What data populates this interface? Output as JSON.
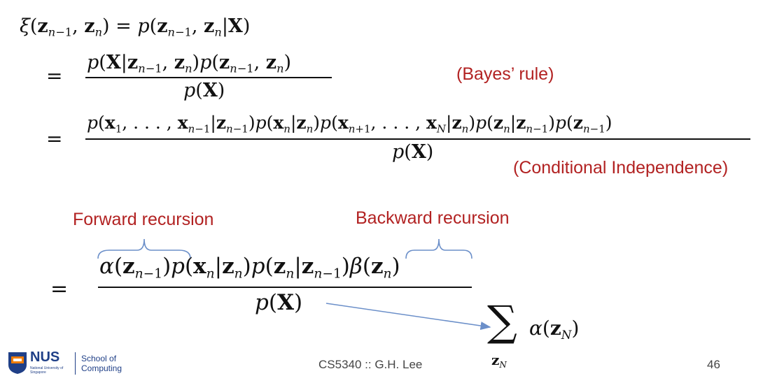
{
  "equations": {
    "line1": "ξ(z_{n−1}, z_n) = p(z_{n−1}, z_n|X)",
    "line2_num": "p(X|z_{n−1}, z_n)p(z_{n−1}, z_n)",
    "line2_den": "p(X)",
    "line3_num": "p(x_1, …, x_{n−1}|z_{n−1})p(x_n|z_n)p(x_{n+1}, …, x_N|z_n)p(z_n|z_{n−1})p(z_{n−1})",
    "line3_den": "p(X)",
    "line4_num": "α(z_{n−1})p(x_n|z_n)p(z_n|z_{n−1})β(z_n)",
    "line4_den": "p(X)",
    "sum_expr": "∑_{z_N} α(z_N)"
  },
  "annotations": {
    "bayes": "(Bayes’ rule)",
    "cond_indep": "(Conditional Independence)",
    "forward": "Forward recursion",
    "backward": "Backward recursion"
  },
  "footer": {
    "logo_text": "NUS",
    "logo_sub": "National University of Singapore",
    "school": "School of",
    "school2": "Computing",
    "course": "CS5340 :: G.H. Lee",
    "page": "46"
  },
  "colors": {
    "annotation": "#b22222",
    "brace": "#6b8fc9",
    "arrow": "#6b8fc9",
    "logo_blue": "#1f3f87",
    "logo_orange": "#ef7c00"
  }
}
